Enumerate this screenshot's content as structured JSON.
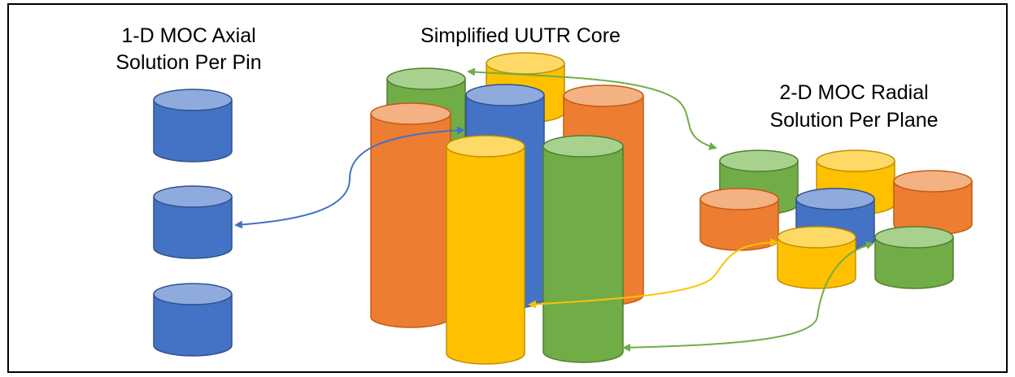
{
  "labels": {
    "axial_line1": "1-D MOC Axial",
    "axial_line2": "Solution Per Pin",
    "core": "Simplified UUTR Core",
    "radial_line1": "2-D MOC Radial",
    "radial_line2": "Solution Per Plane"
  },
  "colors": {
    "blue": "#4472c4",
    "blue_top": "#8faadc",
    "blue_edge": "#2f528f",
    "orange": "#ed7d31",
    "orange_top": "#f4b183",
    "orange_edge": "#c55a11",
    "yellow": "#ffc000",
    "yellow_top": "#ffd966",
    "yellow_edge": "#bf9000",
    "green": "#70ad47",
    "green_top": "#a9d18e",
    "green_edge": "#507e32",
    "arrow_blue": "#4472c4",
    "arrow_green": "#70ad47",
    "arrow_yellow": "#ffc000"
  }
}
